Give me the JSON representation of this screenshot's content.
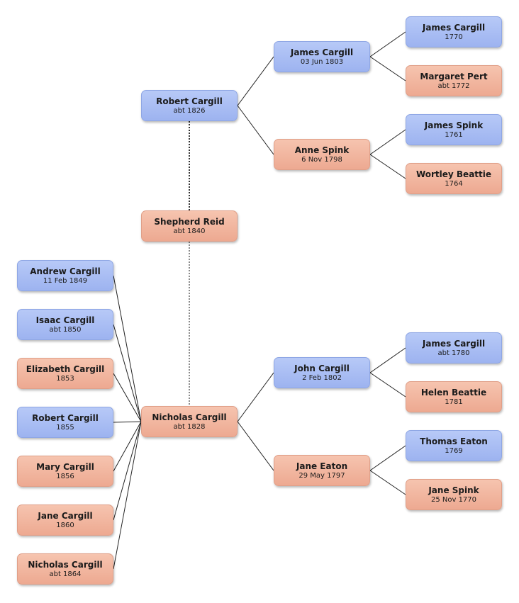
{
  "people": {
    "robert_1826": {
      "name": "Robert Cargill",
      "date": "abt 1826",
      "sex": "male"
    },
    "shepherd_reid": {
      "name": "Shepherd Reid",
      "date": "abt 1840",
      "sex": "female"
    },
    "nicholas_1828": {
      "name": "Nicholas Cargill",
      "date": "abt 1828",
      "sex": "female"
    },
    "james_1803": {
      "name": "James Cargill",
      "date": "03 Jun 1803",
      "sex": "male"
    },
    "anne_spink": {
      "name": "Anne Spink",
      "date": "6 Nov 1798",
      "sex": "female"
    },
    "john_1802": {
      "name": "John Cargill",
      "date": "2 Feb 1802",
      "sex": "male"
    },
    "jane_eaton": {
      "name": "Jane Eaton",
      "date": "29 May 1797",
      "sex": "female"
    },
    "james_1770": {
      "name": "James Cargill",
      "date": "1770",
      "sex": "male"
    },
    "margaret_pert": {
      "name": "Margaret Pert",
      "date": "abt 1772",
      "sex": "female"
    },
    "james_spink": {
      "name": "James Spink",
      "date": "1761",
      "sex": "male"
    },
    "wortley_beattie": {
      "name": "Wortley Beattie",
      "date": "1764",
      "sex": "female"
    },
    "james_1780": {
      "name": "James Cargill",
      "date": "abt 1780",
      "sex": "male"
    },
    "helen_beattie": {
      "name": "Helen Beattie",
      "date": "1781",
      "sex": "female"
    },
    "thomas_eaton": {
      "name": "Thomas Eaton",
      "date": "1769",
      "sex": "male"
    },
    "jane_spink": {
      "name": "Jane Spink",
      "date": "25 Nov 1770",
      "sex": "female"
    },
    "andrew_1849": {
      "name": "Andrew Cargill",
      "date": "11 Feb 1849",
      "sex": "male"
    },
    "isaac_1850": {
      "name": "Isaac Cargill",
      "date": "abt 1850",
      "sex": "male"
    },
    "elizabeth_1853": {
      "name": "Elizabeth Cargill",
      "date": "1853",
      "sex": "female"
    },
    "robert_1855": {
      "name": "Robert Cargill",
      "date": "1855",
      "sex": "male"
    },
    "mary_1856": {
      "name": "Mary Cargill",
      "date": "1856",
      "sex": "female"
    },
    "jane_1860": {
      "name": "Jane Cargill",
      "date": "1860",
      "sex": "female"
    },
    "nicholas_1864": {
      "name": "Nicholas Cargill",
      "date": "abt 1864",
      "sex": "female"
    }
  },
  "relations": {
    "parents": [
      {
        "child": "robert_1826",
        "parents": [
          "james_1803",
          "anne_spink"
        ]
      },
      {
        "child": "nicholas_1828",
        "parents": [
          "john_1802",
          "jane_eaton"
        ]
      },
      {
        "child": "james_1803",
        "parents": [
          "james_1770",
          "margaret_pert"
        ]
      },
      {
        "child": "anne_spink",
        "parents": [
          "james_spink",
          "wortley_beattie"
        ]
      },
      {
        "child": "john_1802",
        "parents": [
          "james_1780",
          "helen_beattie"
        ]
      },
      {
        "child": "jane_eaton",
        "parents": [
          "thomas_eaton",
          "jane_spink"
        ]
      }
    ],
    "children_of": {
      "parent": "nicholas_1828",
      "children": [
        "andrew_1849",
        "isaac_1850",
        "elizabeth_1853",
        "robert_1855",
        "mary_1856",
        "jane_1860",
        "nicholas_1864"
      ]
    },
    "spouse_links": [
      {
        "a": "robert_1826",
        "b": "shepherd_reid",
        "style": "dotted-dark"
      },
      {
        "a": "shepherd_reid",
        "b": "nicholas_1828",
        "style": "dotted-light"
      }
    ]
  },
  "colors": {
    "male": "#a4b8f2",
    "female": "#f0b19b",
    "line": "#222222"
  }
}
